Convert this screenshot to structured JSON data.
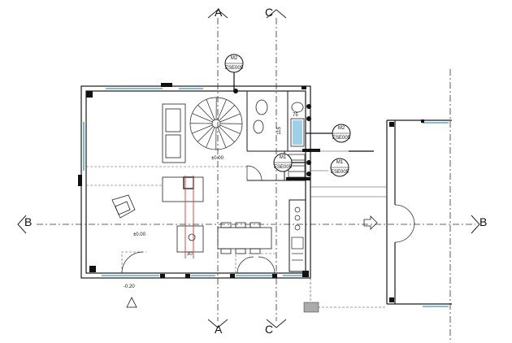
{
  "sections": {
    "a_top": "A",
    "a_bottom": "A",
    "c_top": "C",
    "c_bottom": "C",
    "b_left": "B",
    "b_right": "B"
  },
  "tags": {
    "m2_top_code": "M2",
    "m2_top_ref": "ESE005",
    "m2_right_code": "M2",
    "m2_right_ref": "ESE005",
    "m1_center_code": "M1",
    "m1_center_ref": "ESE005",
    "m1_right_code": "M1",
    "m1_right_ref": "ESE005"
  },
  "levels": {
    "upper": "±0.00",
    "left": "±0.00",
    "outside": "-0.20"
  },
  "dimensions": {
    "d75": "75",
    "d115": "115",
    "d30": "30"
  },
  "colors": {
    "line": "#1a1a1a",
    "section": "#333333",
    "glazing": "#5fa8c8",
    "accent": "#e03030"
  }
}
